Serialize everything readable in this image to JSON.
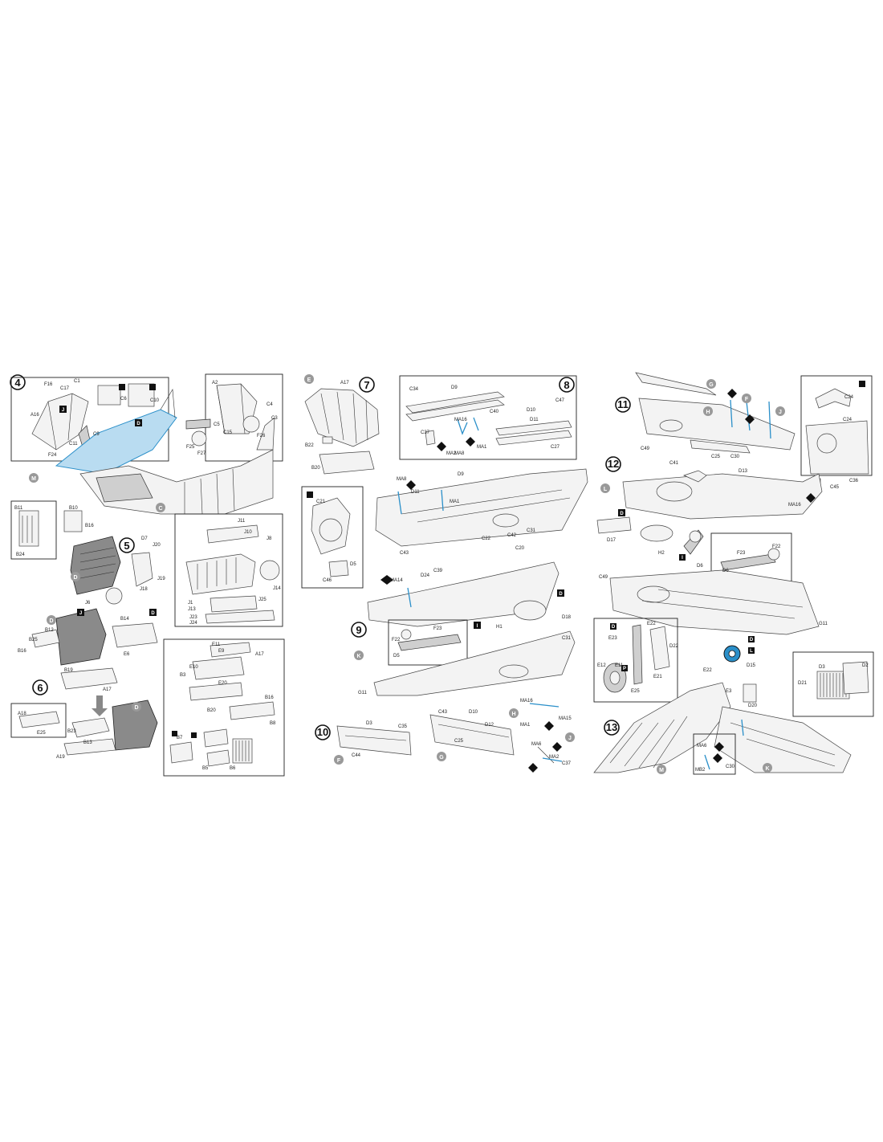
{
  "sheet": {
    "accent_color": "#2a8fc9",
    "highlight_fill": "#b9dcf1",
    "icons": [
      "cement-icon",
      "paint-icon",
      "dry-fit-icon"
    ]
  },
  "steps": [
    {
      "number": "4"
    },
    {
      "number": "5"
    },
    {
      "number": "6"
    },
    {
      "number": "7"
    },
    {
      "number": "8"
    },
    {
      "number": "9"
    },
    {
      "number": "10"
    },
    {
      "number": "11"
    },
    {
      "number": "12"
    },
    {
      "number": "13"
    }
  ],
  "sprues": {
    "M": "M",
    "C": "C",
    "D": "D",
    "E": "E",
    "K": "K",
    "F": "F",
    "G": "G",
    "H": "H",
    "J": "J",
    "L": "L"
  },
  "labels": {
    "s4": [
      "F16",
      "C1",
      "C17",
      "A16",
      "C6",
      "C10",
      "C11",
      "C9",
      "F24",
      "A2",
      "C4",
      "C3",
      "F25",
      "C5",
      "C15",
      "F27",
      "F26"
    ],
    "s5": [
      "B11",
      "B10",
      "B16",
      "B24",
      "D7",
      "J20",
      "J6",
      "J19",
      "J18",
      "J11",
      "J10",
      "J8",
      "J14",
      "J1",
      "J13",
      "J25",
      "J23",
      "J24"
    ],
    "s6": [
      "B14",
      "B12",
      "B25",
      "B16",
      "B19",
      "A17",
      "E6",
      "A18",
      "E25",
      "B23",
      "B13",
      "A19",
      "E11",
      "E9",
      "A17",
      "E10",
      "B3",
      "E20",
      "B16",
      "B20",
      "B8",
      "B7",
      "B5",
      "B6"
    ],
    "s7": [
      "A17",
      "B22",
      "B20",
      "C21",
      "D5",
      "C46"
    ],
    "s8": [
      "C34",
      "D9",
      "C40",
      "MA16",
      "C37",
      "MA2",
      "MA1",
      "MA8",
      "D10",
      "C47",
      "D11",
      "C27"
    ],
    "s9": [
      "MA8",
      "D11",
      "MA1",
      "D9",
      "C22",
      "C42",
      "C31",
      "C43",
      "C20",
      "MA14",
      "D24",
      "C39",
      "D18",
      "F23",
      "F22",
      "D5",
      "H1",
      "G11",
      "C31"
    ],
    "s10": [
      "D3",
      "C35",
      "C44",
      "C43",
      "D10",
      "D12",
      "C25",
      "MA16",
      "MA1",
      "MA15",
      "MA6",
      "MA2",
      "C37"
    ],
    "s11": [
      "C49",
      "C41",
      "C25",
      "C30",
      "C24",
      "C45",
      "C36"
    ],
    "s12": [
      "C24",
      "D13",
      "MA16",
      "D17",
      "H2",
      "F23",
      "F22",
      "D6",
      "D6",
      "C49",
      "G11"
    ],
    "s13": [
      "E23",
      "E22",
      "D22",
      "E12",
      "E11",
      "E21",
      "E25",
      "E22",
      "D15",
      "D3",
      "D21",
      "D2",
      "E3",
      "D20",
      "MA6",
      "MB2",
      "C30"
    ]
  },
  "boxed": {
    "D": "D",
    "J": "J",
    "I": "I",
    "P": "P",
    "L": "L"
  }
}
